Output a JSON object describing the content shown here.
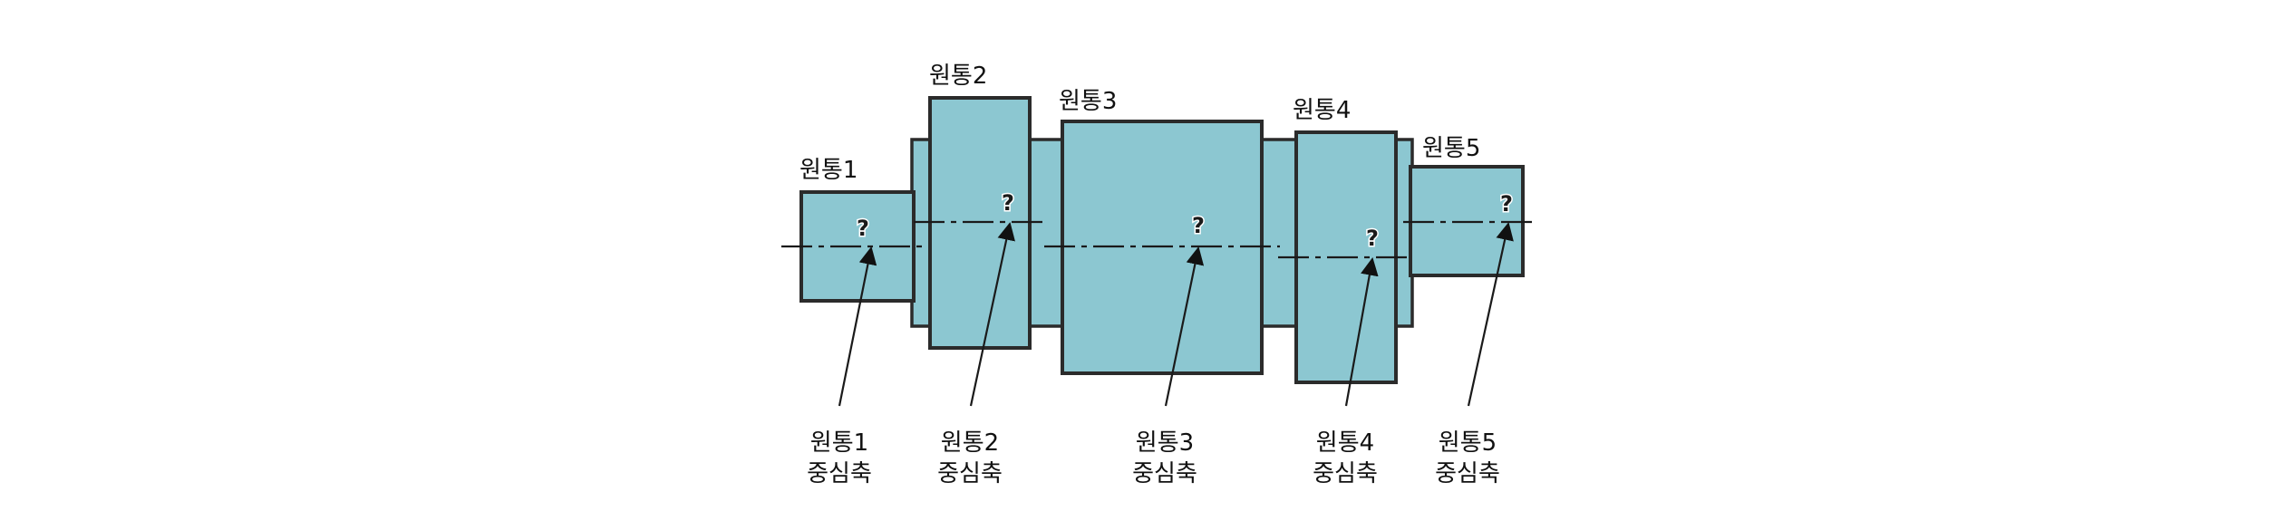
{
  "cylinders": [
    {
      "id": "c1",
      "label": "원통1",
      "axis_mark": "?"
    },
    {
      "id": "c2",
      "label": "원통2",
      "axis_mark": "?"
    },
    {
      "id": "c3",
      "label": "원통3",
      "axis_mark": "?"
    },
    {
      "id": "c4",
      "label": "원통4",
      "axis_mark": "?"
    },
    {
      "id": "c5",
      "label": "원통5",
      "axis_mark": "?"
    }
  ],
  "callouts": [
    {
      "line1": "원통1",
      "line2": "중심축"
    },
    {
      "line1": "원통2",
      "line2": "중심축"
    },
    {
      "line1": "원통3",
      "line2": "중심축"
    },
    {
      "line1": "원통4",
      "line2": "중심축"
    },
    {
      "line1": "원통5",
      "line2": "중심축"
    }
  ],
  "colors": {
    "cylinder_fill": "#8cc7d1",
    "outline": "#2b2b2b"
  }
}
